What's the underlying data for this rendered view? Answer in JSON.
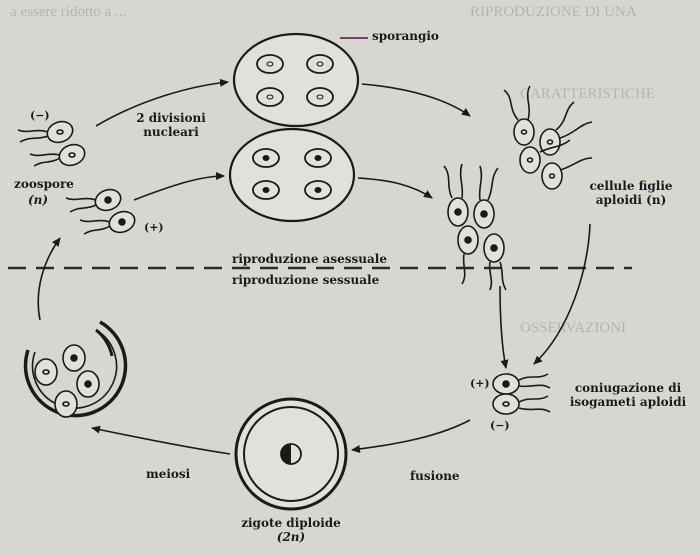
{
  "background_text": {
    "top_left": "a essere ridotto a ...",
    "top_right": "RIPRODUZIONE DI UNA",
    "right_1": "CARATTERISTICHE",
    "right_2": "OSSERVAZIONI"
  },
  "labels": {
    "sporangio": "sporangio",
    "divisioni_line1": "2 divisioni",
    "divisioni_line2": "nucleari",
    "zoospore": "zoospore",
    "zoospore_n": "(n)",
    "minus_top": "(−)",
    "plus_left": "(+)",
    "cellule_line1": "cellule figlie",
    "cellule_line2": "aploidi (n)",
    "asessuale": "riproduzione asessuale",
    "sessuale": "riproduzione sessuale",
    "plus_right": "(+)",
    "minus_right": "(−)",
    "coniugazione_line1": "coniugazione di",
    "coniugazione_line2": "isogameti aploidi",
    "fusione": "fusione",
    "meiosi": "meiosi",
    "zigote_line1": "zigote diploide",
    "zigote_line2": "(2n)"
  },
  "colors": {
    "ink": "#1a1a1a",
    "paper": "#d8d6d1",
    "sporangium_line": "#8a3a6a",
    "dashed_line": "#2a2a2a"
  }
}
